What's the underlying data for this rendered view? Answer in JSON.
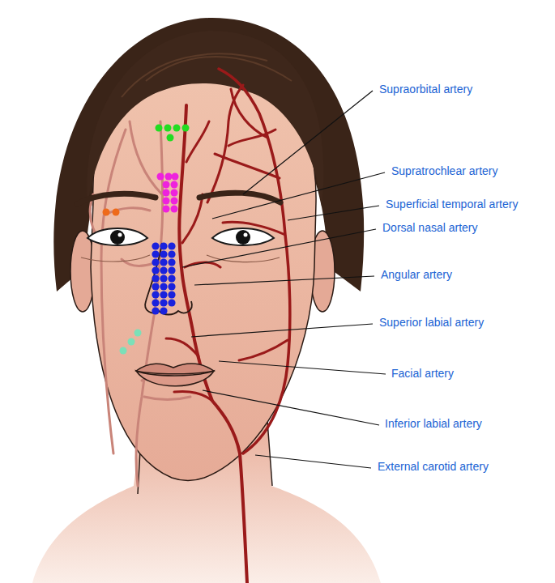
{
  "diagram": {
    "labels": [
      "Supraorbital artery",
      "Supratrochlear artery",
      "Superficial temporal artery",
      "Dorsal nasal artery",
      "Angular artery",
      "Superior labial artery",
      "Facial artery",
      "Inferior labial artery",
      "External carotid artery"
    ]
  }
}
